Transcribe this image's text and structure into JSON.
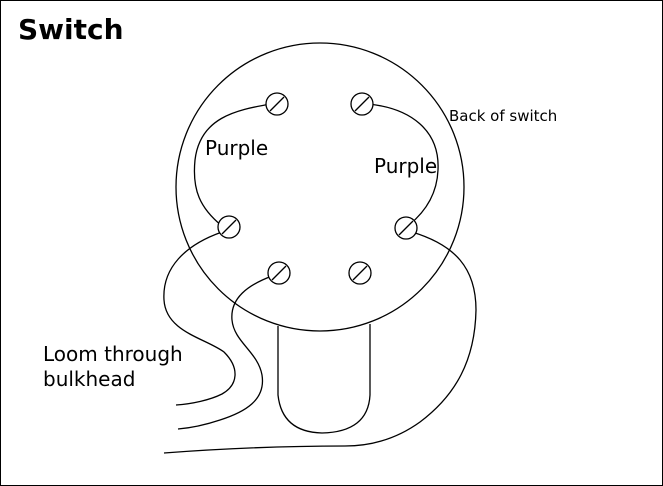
{
  "title": "Switch",
  "labels": {
    "back_of_switch": "Back of switch",
    "purple_left": "Purple",
    "purple_right": "Purple",
    "loom_line1": "Loom through",
    "loom_line2": "bulkhead"
  },
  "colors": {
    "stroke": "#000000",
    "background": "#ffffff"
  }
}
